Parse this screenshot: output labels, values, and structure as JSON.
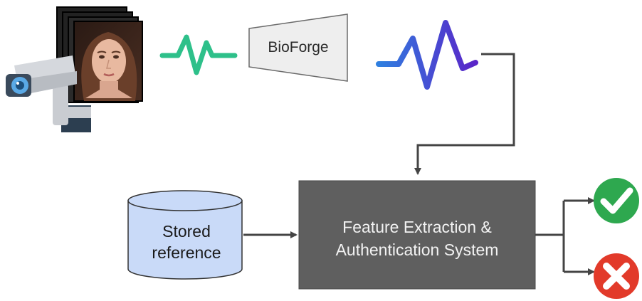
{
  "diagram": {
    "bioforge_label": "BioForge",
    "stored_reference": {
      "line1": "Stored",
      "line2": "reference"
    },
    "system": {
      "line1": "Feature Extraction &",
      "line2": "Authentication System"
    }
  },
  "colors": {
    "input_signal": "#2ec08a",
    "output_signal_start": "#2f7fe0",
    "output_signal_end": "#5a24c8",
    "bioforge_fill": "#eeeeee",
    "database_fill": "#c9daf8",
    "system_fill": "#5f5f5f",
    "arrow": "#444444",
    "accept": "#2ea84f",
    "reject": "#e23a2a"
  },
  "icons": [
    "security-camera-icon",
    "face-images-icon",
    "check-icon",
    "cross-icon"
  ]
}
